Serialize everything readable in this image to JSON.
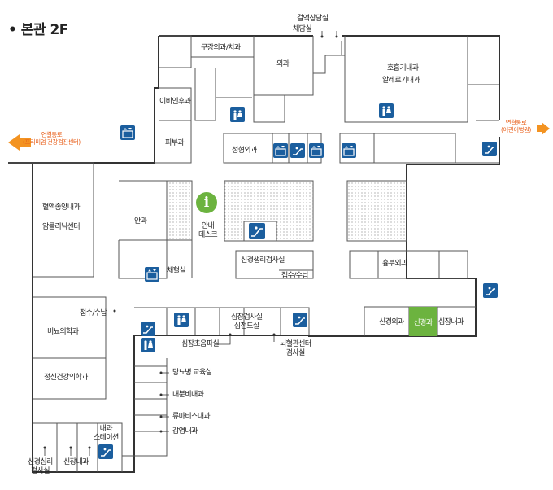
{
  "title": "• 본관 2F",
  "connectors": {
    "left_line1": "연결통로",
    "left_line2": "(프리미엄 건강검진센터)",
    "right_line1": "연결통로",
    "right_line2": "(어린이병원)"
  },
  "rooms": {
    "bloodtest_consult": "걸액상담실",
    "blood_draw": "채담실",
    "oral_dental": "구강외과/치과",
    "surgery": "외과",
    "pulmonary": "호흡기내과",
    "allergy": "알레르기내과",
    "ent": "이비인후과",
    "dermatology": "피부과",
    "plastic_surgery": "성형외과",
    "hematology": "혈액종양내과",
    "cancer_clinic": "암클리닉센터",
    "ophthalmology": "안과",
    "info_desk_1": "안내",
    "info_desk_2": "데스크",
    "blood_collect": "채혈실",
    "neuro_test": "신경생리검사실",
    "reception_payment_1": "접수/수납",
    "thoracic": "흉부외과",
    "reception_payment_2": "접수/수납",
    "urology": "비뇨의학과",
    "psychiatry": "정신건강의학과",
    "cardio_test_1": "심장검사실",
    "cardio_test_2": "심전도실",
    "neurosurgery": "신경외과",
    "neurology": "신경과",
    "cardiology": "심장내과",
    "echo": "심장초음파실",
    "cerebrovascular_1": "뇌혈관센터",
    "cerebrovascular_2": "검사실",
    "diabetes_edu": "당뇨병 교육실",
    "endocrinology": "내분비내과",
    "rheumatology": "류마티스내과",
    "infectious": "감염내과",
    "internal_station_1": "내과",
    "internal_station_2": "스테이션",
    "neuro_psych_1": "신경심리",
    "neuro_psych_2": "검사실",
    "nephrology": "신장내과"
  },
  "colors": {
    "icon_blue": "#1b5e9e",
    "highlight_green": "#6cb33f",
    "connector_orange": "#e8601c",
    "info_green": "#6cb33f"
  }
}
